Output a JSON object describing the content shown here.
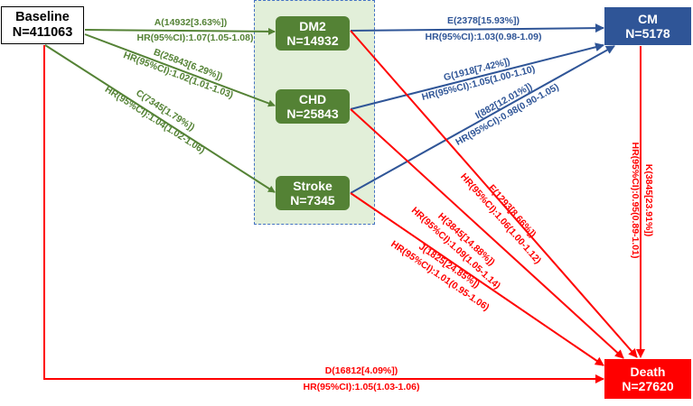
{
  "nodes": {
    "baseline": {
      "name": "Baseline",
      "count": "N=411063"
    },
    "dm2": {
      "name": "DM2",
      "count": "N=14932"
    },
    "chd": {
      "name": "CHD",
      "count": "N=25843"
    },
    "stroke": {
      "name": "Stroke",
      "count": "N=7345"
    },
    "cm": {
      "name": "CM",
      "count": "N=5178"
    },
    "death": {
      "name": "Death",
      "count": "N=27620"
    }
  },
  "edges": {
    "A": {
      "n": "A(14932[3.63%])",
      "hr": "HR(95%CI):1.07(1.05-1.08)"
    },
    "B": {
      "n": "B(25843[6.29%])",
      "hr": "HR(95%CI):1.02(1.01-1.03)"
    },
    "C": {
      "n": "C(7345[1.79%])",
      "hr": "HR(95%CI):1.04(1.02-1.06)"
    },
    "D": {
      "n": "D(16812[4.09%])",
      "hr": "HR(95%CI):1.05(1.03-1.06)"
    },
    "E": {
      "n": "E(2378[15.93%])",
      "hr": "HR(95%CI):1.03(0.98-1.09)"
    },
    "F": {
      "n": "F(1293[8.66%])",
      "hr": "HR(95%CI):1.06(1.00-1.12)"
    },
    "G": {
      "n": "G(1918[7.42%])",
      "hr": "HR(95%CI):1.05(1.00-1.10)"
    },
    "H": {
      "n": "H(3845[14.88%])",
      "hr": "HR(95%CI):1.09(1.05-1.14)"
    },
    "I": {
      "n": "I(882[12.01%])",
      "hr": "HR(95%CI):0.98(0.90-1.05)"
    },
    "J": {
      "n": "J(1825[24.85%])",
      "hr": "HR(95%CI):1.01(0.95-1.06)"
    },
    "K": {
      "n": "K(3845[23.91%])",
      "hr": "HR(95%CI):0.95(0.89-1.01)"
    }
  },
  "colors": {
    "green": "#548235",
    "blue": "#2f5597",
    "red": "#ff0000"
  }
}
